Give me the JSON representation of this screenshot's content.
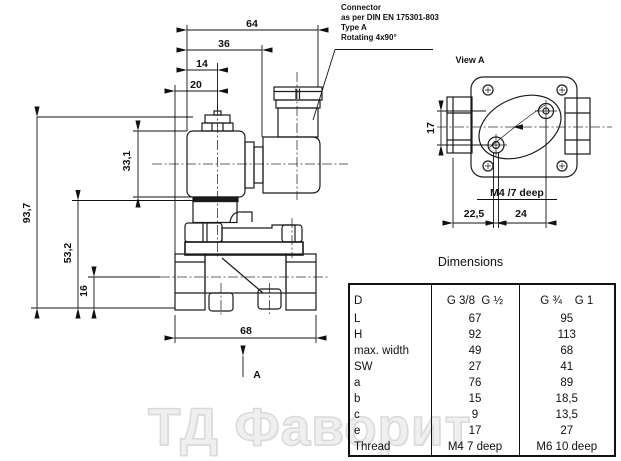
{
  "watermark": {
    "text": "ТД Фаворит"
  },
  "connector_note": {
    "lines": [
      "Connector",
      "as per DIN EN 175301-803",
      "Type A",
      "Rotating 4x90°"
    ]
  },
  "front_view": {
    "dims": {
      "w64": "64",
      "w36": "36",
      "w14": "14",
      "w20": "20",
      "h33_1": "33,1",
      "h93_7": "93,7",
      "h53_2": "53,2",
      "h16": "16",
      "w68": "68"
    },
    "view_arrow_label": "A"
  },
  "view_a": {
    "title": "View A",
    "dims": {
      "h17": "17",
      "w22_5": "22,5",
      "w24": "24"
    },
    "thread_note": "M4 /7 deep"
  },
  "dimensions_table": {
    "title": "Dimensions",
    "rows": [
      {
        "label": "D",
        "col1": "G 3/8  G ½",
        "col2": "G ¾    G 1"
      },
      {
        "label": "L",
        "col1": "67",
        "col2": "95"
      },
      {
        "label": "H",
        "col1": "92",
        "col2": "113"
      },
      {
        "label": "max. width",
        "col1": "49",
        "col2": "68"
      },
      {
        "label": "SW",
        "col1": "27",
        "col2": "41"
      },
      {
        "label": "a",
        "col1": "76",
        "col2": "89"
      },
      {
        "label": "b",
        "col1": "15",
        "col2": "18,5"
      },
      {
        "label": "c",
        "col1": "9",
        "col2": "13,5"
      },
      {
        "label": "e",
        "col1": "17",
        "col2": "27"
      },
      {
        "label": "Thread",
        "col1": "M4 7 deep",
        "col2": "M6 10 deep"
      }
    ]
  }
}
